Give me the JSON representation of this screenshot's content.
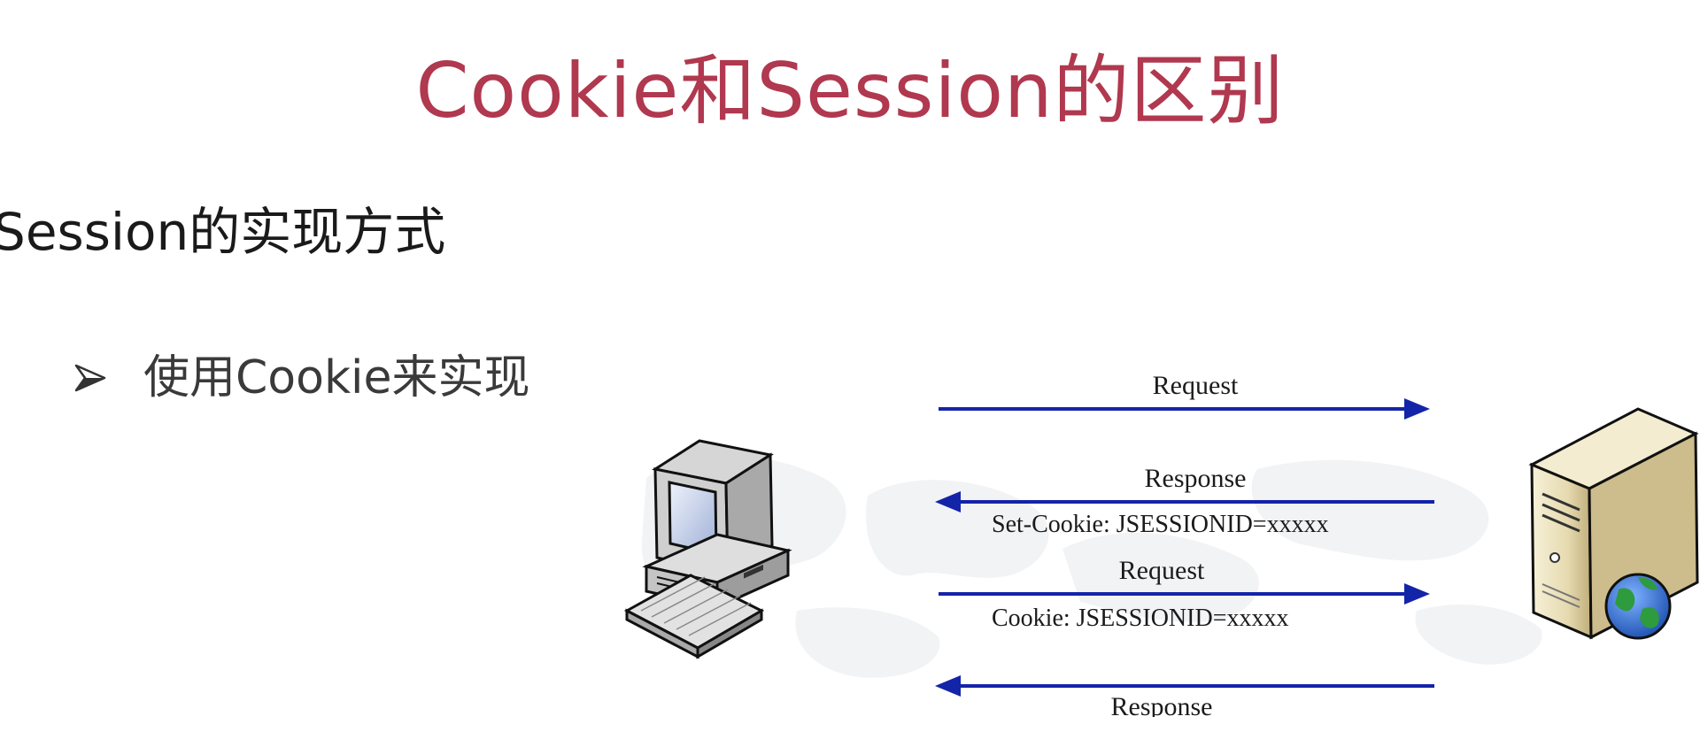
{
  "slide": {
    "title": "Cookie和Session的区别",
    "section_heading": "Session的实现方式",
    "bullet": "使用Cookie来实现"
  },
  "diagram": {
    "exchanges": [
      {
        "label": "Request",
        "sublabel": "",
        "direction": "client-to-server"
      },
      {
        "label": "Response",
        "sublabel": "Set-Cookie: JSESSIONID=xxxxx",
        "direction": "server-to-client"
      },
      {
        "label": "Request",
        "sublabel": "Cookie: JSESSIONID=xxxxx",
        "direction": "client-to-server"
      },
      {
        "label": "Response",
        "sublabel": "",
        "direction": "server-to-client"
      }
    ],
    "client_icon": "desktop-computer-icon",
    "server_icon": "web-server-icon",
    "arrow_color": "#1424a8",
    "title_color": "#b0384f"
  }
}
